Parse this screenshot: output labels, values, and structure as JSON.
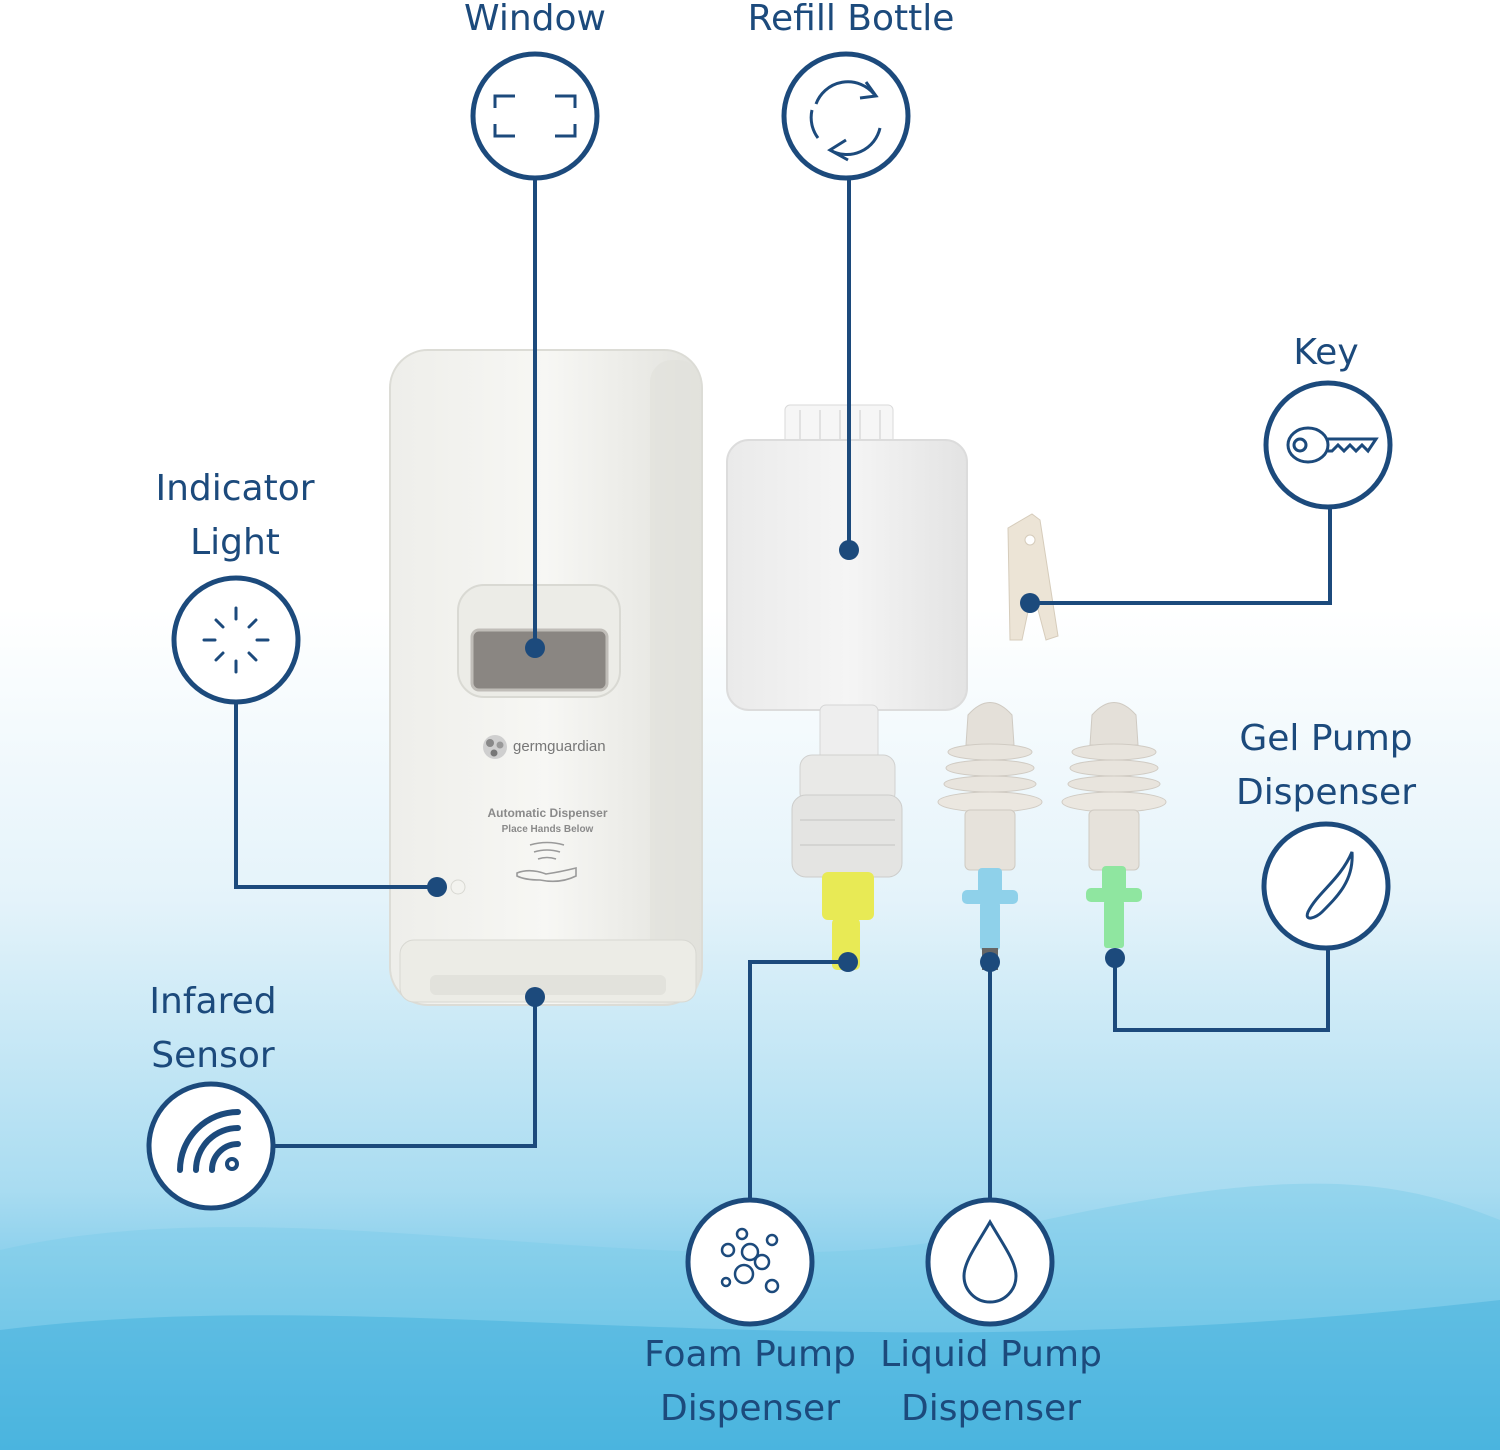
{
  "labels": {
    "window": "Window",
    "refill_bottle": "Refill Bottle",
    "key": "Key",
    "indicator_light": [
      "Indicator",
      "Light"
    ],
    "gel_pump": [
      "Gel Pump",
      "Dispenser"
    ],
    "infrared_sensor": [
      "Infared",
      "Sensor"
    ],
    "foam_pump": [
      "Foam Pump",
      "Dispenser"
    ],
    "liquid_pump": [
      "Liquid Pump",
      "Dispenser"
    ]
  },
  "dispenser": {
    "brand": "germguardian",
    "title": "Automatic Dispenser",
    "subtitle": "Place Hands Below"
  },
  "colors": {
    "accent": "#1c4a7c",
    "bg_top": "#ffffff",
    "bg_bottom": "#3db0df",
    "foam_nozzle": "#e8ea55",
    "liquid_nozzle": "#8fd1ea",
    "gel_nozzle": "#8fe6a0"
  },
  "icons": [
    "window-icon",
    "refill-icon",
    "key-icon",
    "indicator-light-icon",
    "gel-pump-icon",
    "infrared-sensor-icon",
    "foam-bubbles-icon",
    "liquid-drop-icon"
  ]
}
